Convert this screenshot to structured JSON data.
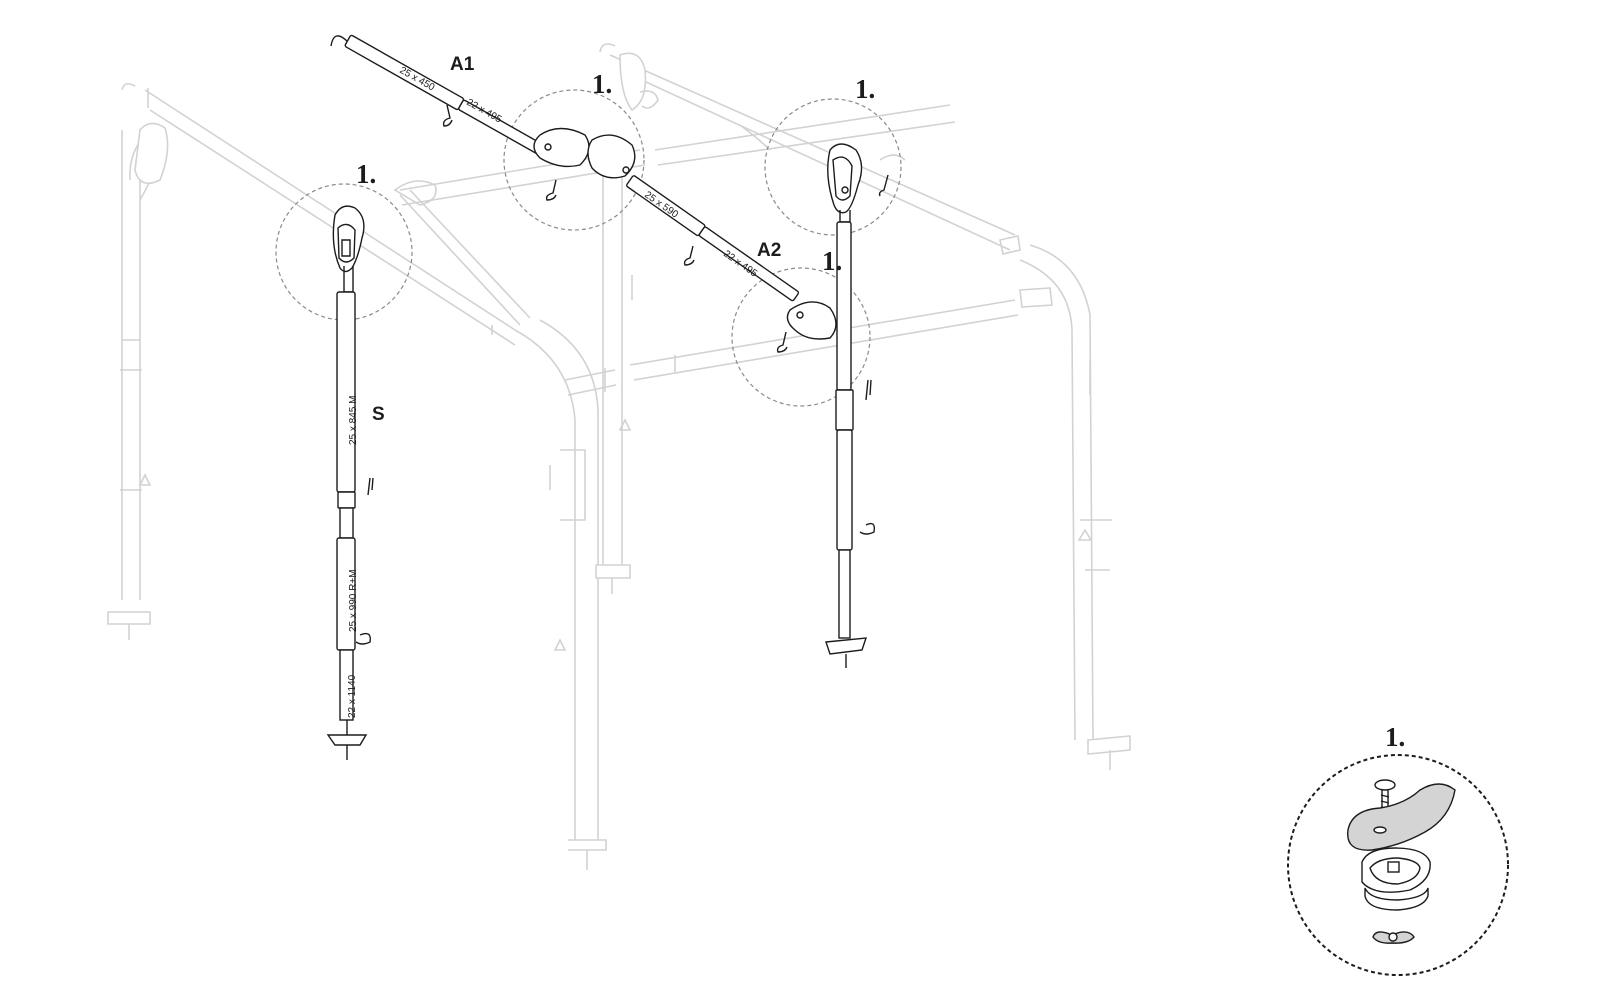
{
  "diagram": {
    "part_labels": {
      "a1": "A1",
      "a2": "A2",
      "s": "S"
    },
    "dimensions": {
      "a1_outer": "25 x 450",
      "a1_inner": "22 x 495",
      "a2_outer": "25 x 590",
      "a2_inner": "22 x 495",
      "s_upper": "25 x 845 M",
      "s_middle": "25 x 990 R+M",
      "s_lower": "22 x 1140"
    },
    "callouts": {
      "step_1_left": "1.",
      "step_1_center": "1.",
      "step_1_right": "1.",
      "step_1_lower": "1.",
      "step_1_detail": "1."
    },
    "colors": {
      "ink": "#1c1c1c",
      "ghost_frame": "#d2d2d2",
      "plate_fill": "#d4d4d4"
    }
  }
}
